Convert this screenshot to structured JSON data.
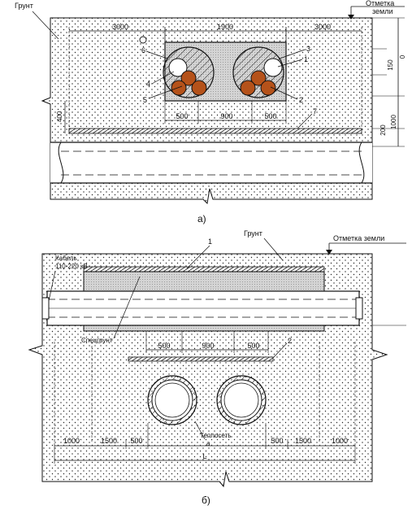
{
  "figure_a": {
    "caption": "а)",
    "soil_label": "Грунт",
    "ground_mark_label_line1": "Отметка",
    "ground_mark_label_line2": "земли",
    "dims_top": [
      "3000",
      "1900",
      "3000"
    ],
    "dims_inner": [
      "500",
      "900",
      "500"
    ],
    "dims_right": [
      "150",
      "0",
      "200",
      "1000"
    ],
    "dim_left": "400",
    "callouts": [
      "6",
      "4",
      "5",
      "3",
      "1",
      "2",
      "7"
    ]
  },
  "figure_b": {
    "caption": "б)",
    "soil_label": "Грунт",
    "ground_mark_label": "Отметка земли",
    "cable_label_line1": "Кабель",
    "cable_label_line2": "110-220 кВ",
    "special_soil_label": "Спецгрунт",
    "heat_network_label": "Теплосеть",
    "dims_inner": [
      "500",
      "900",
      "500"
    ],
    "dims_bottom": [
      "1000",
      "1500",
      "500",
      "500",
      "1500",
      "1000"
    ],
    "dim_total": "L",
    "callouts": [
      "1",
      "2"
    ],
    "sub_label": "a"
  }
}
